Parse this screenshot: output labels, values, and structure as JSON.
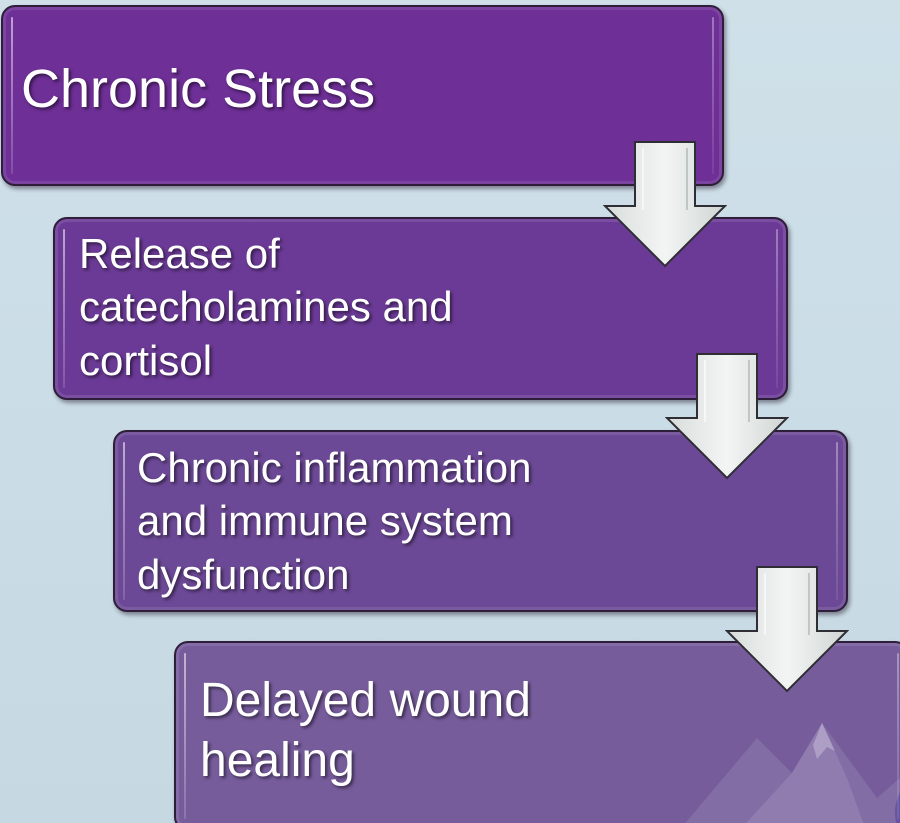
{
  "diagram": {
    "steps": [
      {
        "text": "Chronic Stress"
      },
      {
        "text": "Release of\ncatecholamines and\ncortisol"
      },
      {
        "text": "Chronic inflammation\nand immune system\ndysfunction"
      },
      {
        "text": "Delayed wound\nhealing"
      }
    ],
    "arrows": [
      {
        "icon": "down-arrow-icon"
      },
      {
        "icon": "down-arrow-icon"
      },
      {
        "icon": "down-arrow-icon"
      }
    ],
    "colors": {
      "background": "#c9dce6",
      "step_1": "#6e2f97",
      "step_2": "#6b3a96",
      "step_3": "#6c4996",
      "step_4": "#775c9c",
      "arrow_fill": "#dfe3e2",
      "text": "#ffffff"
    },
    "decoration": "mountain-icon"
  }
}
